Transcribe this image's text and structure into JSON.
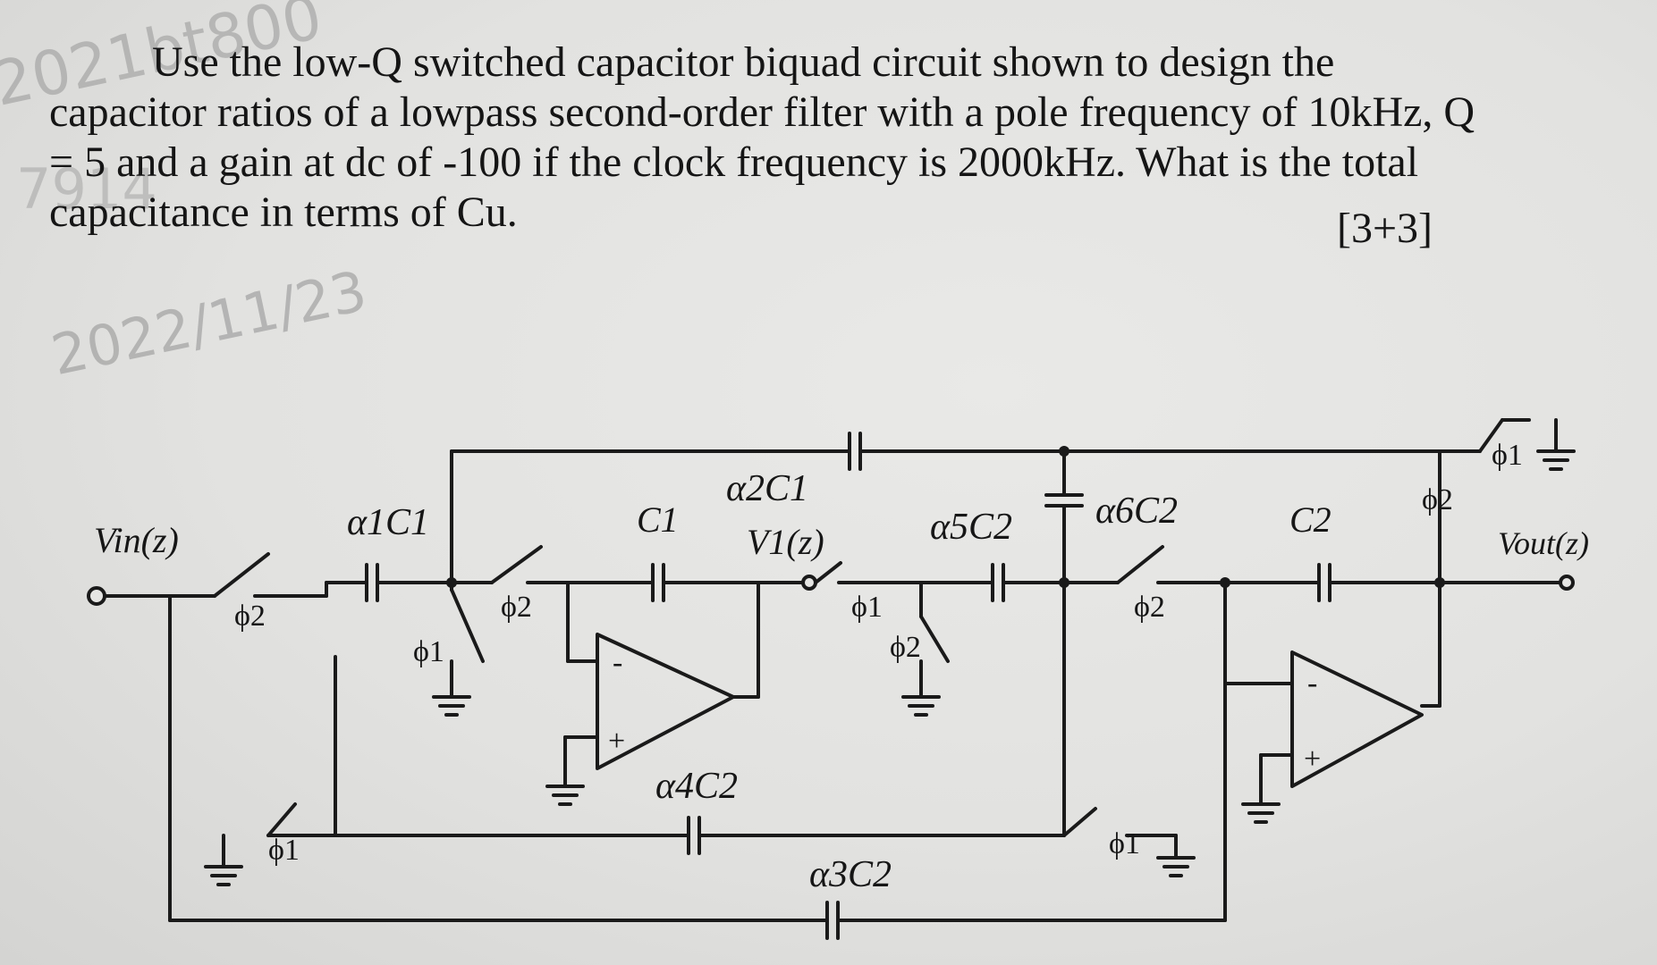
{
  "question": {
    "line1": "Use the low-Q switched capacitor biquad circuit shown to design the",
    "line2": "capacitor ratios of a lowpass second-order filter with a pole frequency of 10kHz, Q",
    "line3": "= 5 and a gain at dc of -100 if the clock frequency is 2000kHz. What is the total",
    "line4": "capacitance in terms of Cu.",
    "marks": "[3+3]"
  },
  "watermark": {
    "top": "2021bt800",
    "mid": "7914",
    "date": "2022/11/23"
  },
  "circuit": {
    "input_label": "Vin(z)",
    "output_label": "Vout(z)",
    "node_v1_label": "V1(z)",
    "cap_a1": "α1C1",
    "cap_c1": "C1",
    "cap_a2": "α2C1",
    "cap_a5": "α5C2",
    "cap_a6": "α6C2",
    "cap_c2": "C2",
    "cap_a4": "α4C2",
    "cap_a3": "α3C2",
    "phi1": "ϕ1",
    "phi2": "ϕ2",
    "minus_sign": "-",
    "plus_sign": "+"
  }
}
